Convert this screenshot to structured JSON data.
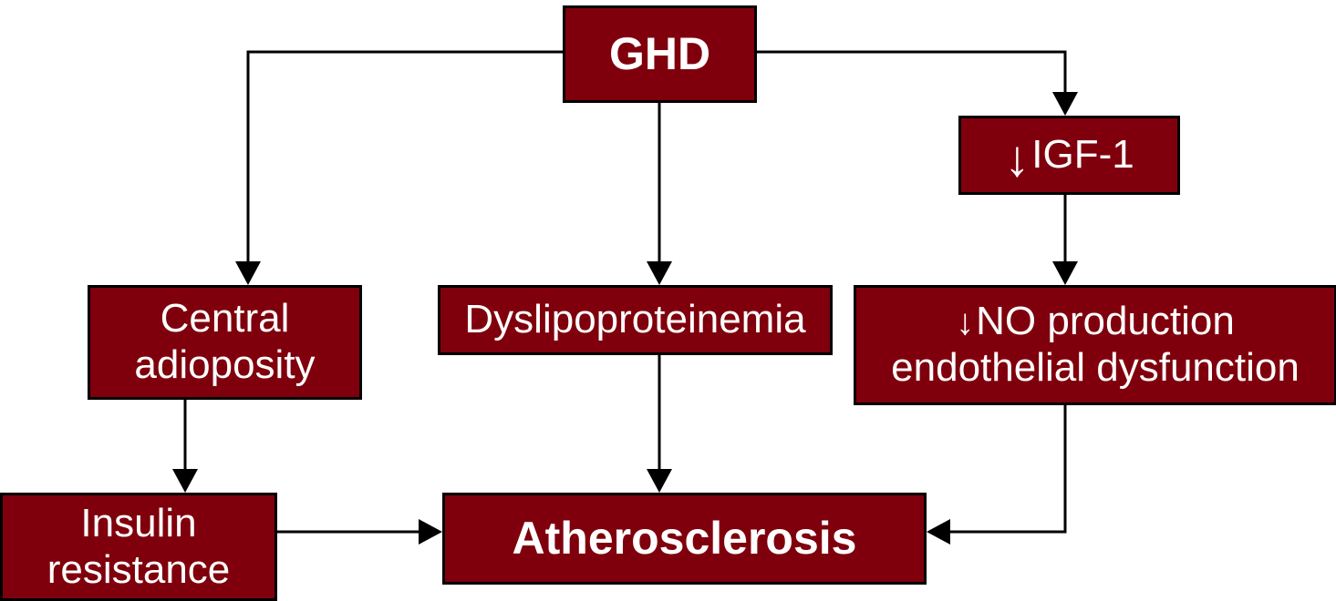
{
  "nodes": {
    "ghd": {
      "label": "GHD"
    },
    "igf1": {
      "arrow": "↓",
      "label": "IGF-1"
    },
    "central_adiposity": {
      "line1": "Central",
      "line2": "adioposity"
    },
    "dyslipoproteinemia": {
      "label": "Dyslipoproteinemia"
    },
    "no_production": {
      "arrow": "↓",
      "line1": "NO production",
      "line2": "endothelial dysfunction"
    },
    "insulin_resistance": {
      "line1": "Insulin",
      "line2": "resistance"
    },
    "atherosclerosis": {
      "label": "Atherosclerosis"
    }
  },
  "colors": {
    "node_fill": "#7f000c",
    "node_border": "#000000",
    "node_text": "#ffffff",
    "connector": "#000000",
    "background": "#ffffff"
  }
}
